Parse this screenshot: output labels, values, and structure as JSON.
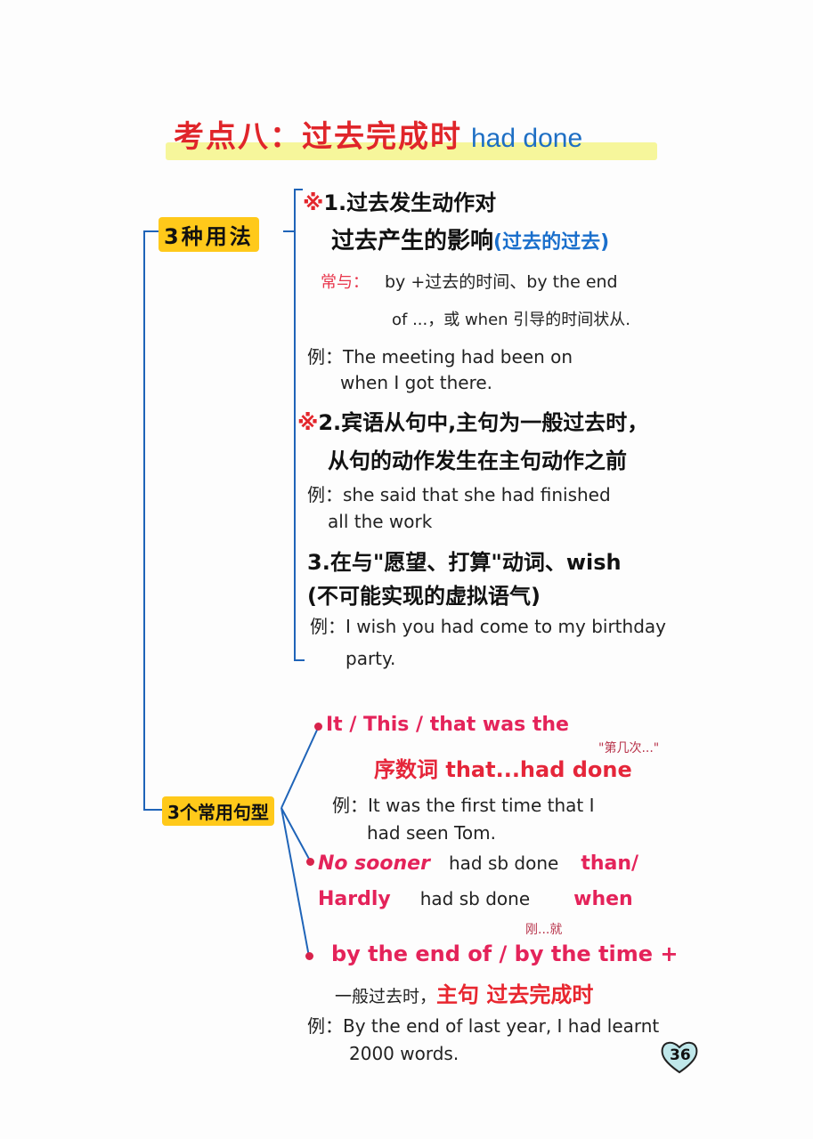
{
  "title": {
    "zh": "考点八：过去完成时",
    "en": "had done"
  },
  "branches": [
    {
      "label": "3种用法",
      "usages": [
        {
          "marker": "※",
          "line1": "1.过去发生动作对",
          "line2": "过去产生的影响",
          "note": "(过去的过去)",
          "often_label": "常与：",
          "often_line1": "by +过去的时间、by the end",
          "often_line2": "of ...，或 when 引导的时间状从.",
          "example_label": "例：",
          "example_line1": "The meeting had been on",
          "example_line2": "when I got there."
        },
        {
          "marker": "※",
          "line1": "2.宾语从句中,主句为一般过去时，",
          "line2": "从句的动作发生在主句动作之前",
          "example_label": "例：",
          "example_line1": "she said that she had finished",
          "example_line2": "all the work"
        },
        {
          "line1": "3.在与\"愿望、打算\"动词、wish",
          "line2": "(不可能实现的虚拟语气)",
          "example_label": "例：",
          "example_line1": "I wish you had come to my birthday",
          "example_line2": "party."
        }
      ]
    },
    {
      "label": "3个常用句型",
      "patterns": [
        {
          "line1": "It / This / that was the",
          "line2": "序数词 that...had done",
          "annotation": "\"第几次...\"",
          "example_label": "例：",
          "example_line1": "It was the first time that I",
          "example_line2": "had seen Tom."
        },
        {
          "part1_red": "No sooner",
          "part1_black": "had sb done",
          "part1_red_end": "than/",
          "part2_red": "Hardly",
          "part2_black": "had sb done",
          "part2_red_end": "when",
          "annotation": "刚...就"
        },
        {
          "line1": "by the end of / by the time +",
          "line2_black": "一般过去时，",
          "line2_red": "主句 过去完成时",
          "example_label": "例：",
          "example_line1": "By the end of last year, I had learnt",
          "example_line2": "2000 words."
        }
      ]
    }
  ],
  "page_number": "36",
  "colors": {
    "title_red": "#e0252a",
    "title_blue": "#1e6fc4",
    "highlight_yellow": "#ffc91a",
    "title_highlight": "#f4f48a",
    "bracket_blue": "#1f64b8",
    "pattern_pink": "#e4235a",
    "heart_fill": "#bfe7ea"
  }
}
